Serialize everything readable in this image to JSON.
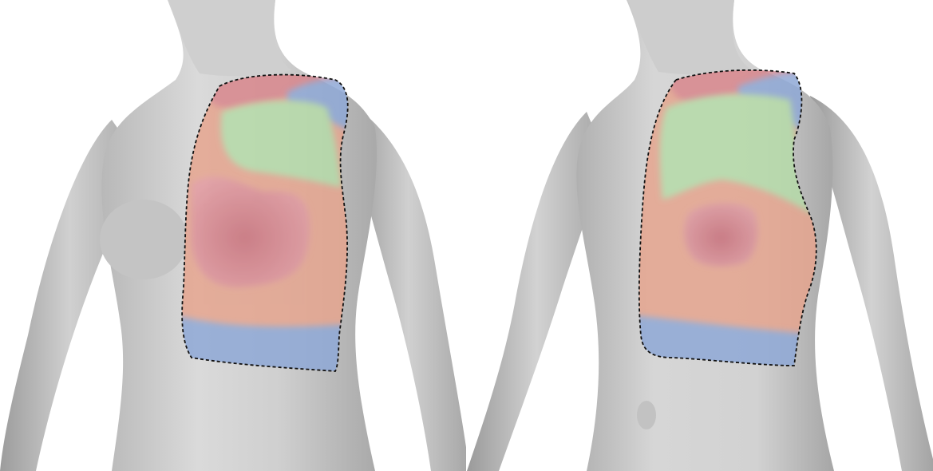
{
  "figure": {
    "panels": [
      {
        "view": "left-oblique",
        "overlay_zones": [
          "red",
          "blue",
          "green",
          "peach",
          "red",
          "blue"
        ]
      },
      {
        "view": "right-oblique",
        "overlay_zones": [
          "red",
          "blue",
          "green",
          "peach",
          "red",
          "blue"
        ]
      }
    ]
  },
  "colors": {
    "background": "#ffffff",
    "body_light": "#d8d8d8",
    "body_mid": "#bdbdbd",
    "body_dark": "#9e9e9e",
    "zone_red": "#d9868c",
    "zone_blue": "#8fa8d6",
    "zone_green": "#b5dba8",
    "zone_peach": "#e5a58f",
    "outline": "#111111"
  }
}
